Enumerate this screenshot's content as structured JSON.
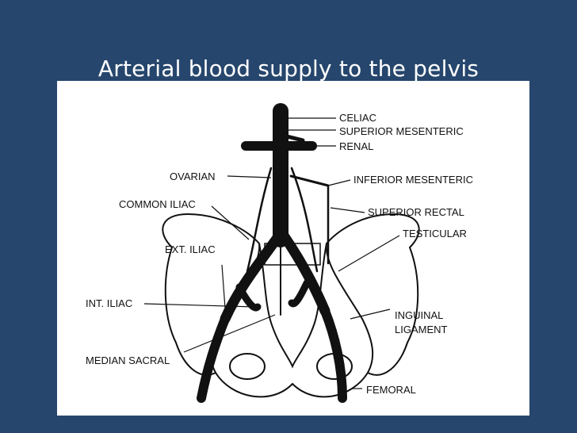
{
  "slide": {
    "title": "Arterial blood supply to the pelvis"
  },
  "labels": {
    "celiac": "CELIAC",
    "superior_mesenteric": "SUPERIOR MESENTERIC",
    "renal": "RENAL",
    "ovarian": "OVARIAN",
    "inferior_mesenteric": "INFERIOR MESENTERIC",
    "common_iliac": "COMMON ILIAC",
    "superior_rectal": "SUPERIOR RECTAL",
    "testicular": "TESTICULAR",
    "ext_iliac": "EXT. ILIAC",
    "int_iliac": "INT. ILIAC",
    "inguinal": "INGUINAL",
    "ligament": "LIGAMENT",
    "median_sacral": "MEDIAN SACRAL",
    "femoral": "FEMORAL"
  },
  "colors": {
    "background": "#26466d",
    "panel": "#ffffff",
    "ink": "#111111"
  }
}
